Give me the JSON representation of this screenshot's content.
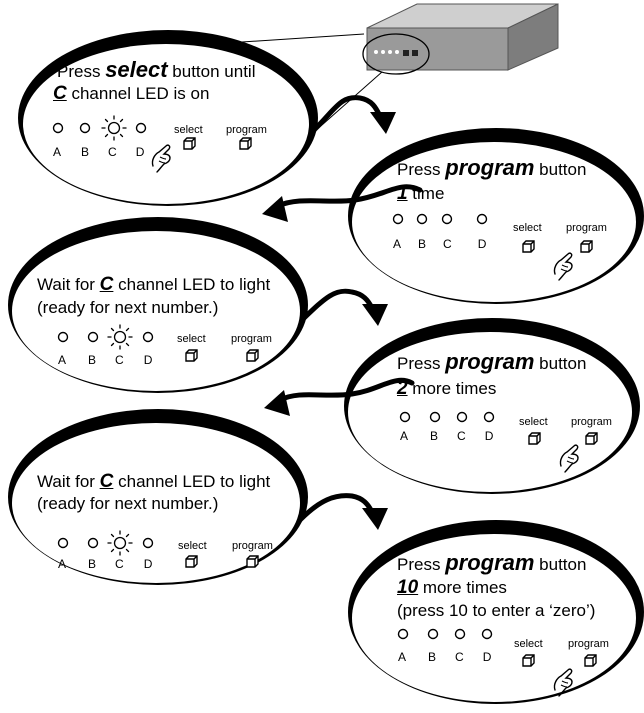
{
  "colors": {
    "ink": "#000000",
    "paper": "#ffffff",
    "device": "#9a9a9a"
  },
  "letters": [
    "A",
    "B",
    "C",
    "D"
  ],
  "select_label": "select",
  "program_label": "program",
  "steps": [
    {
      "pre": "Press ",
      "bold": "select",
      "post": " button until",
      "line2_key": "C",
      "line2_rest": " channel LED is on"
    },
    {
      "pre": "Press ",
      "bold": "program",
      "post": " button",
      "line2_key": "1",
      "line2_rest": " time"
    },
    {
      "line1_pre": "Wait for ",
      "line1_key": "C",
      "line1_rest": " channel LED to light",
      "line2": "(ready for next number.)"
    },
    {
      "pre": "Press ",
      "bold": "program",
      "post": " button",
      "line2_key": "2",
      "line2_rest": " more times"
    },
    {
      "line1_pre": "Wait for ",
      "line1_key": "C",
      "line1_rest": " channel LED to light",
      "line2": "(ready for next number.)"
    },
    {
      "pre": "Press ",
      "bold": "program",
      "post": " button",
      "line2_key": "10",
      "line2_rest": " more times",
      "line3": "(press 10 to enter a ‘zero’)"
    }
  ]
}
